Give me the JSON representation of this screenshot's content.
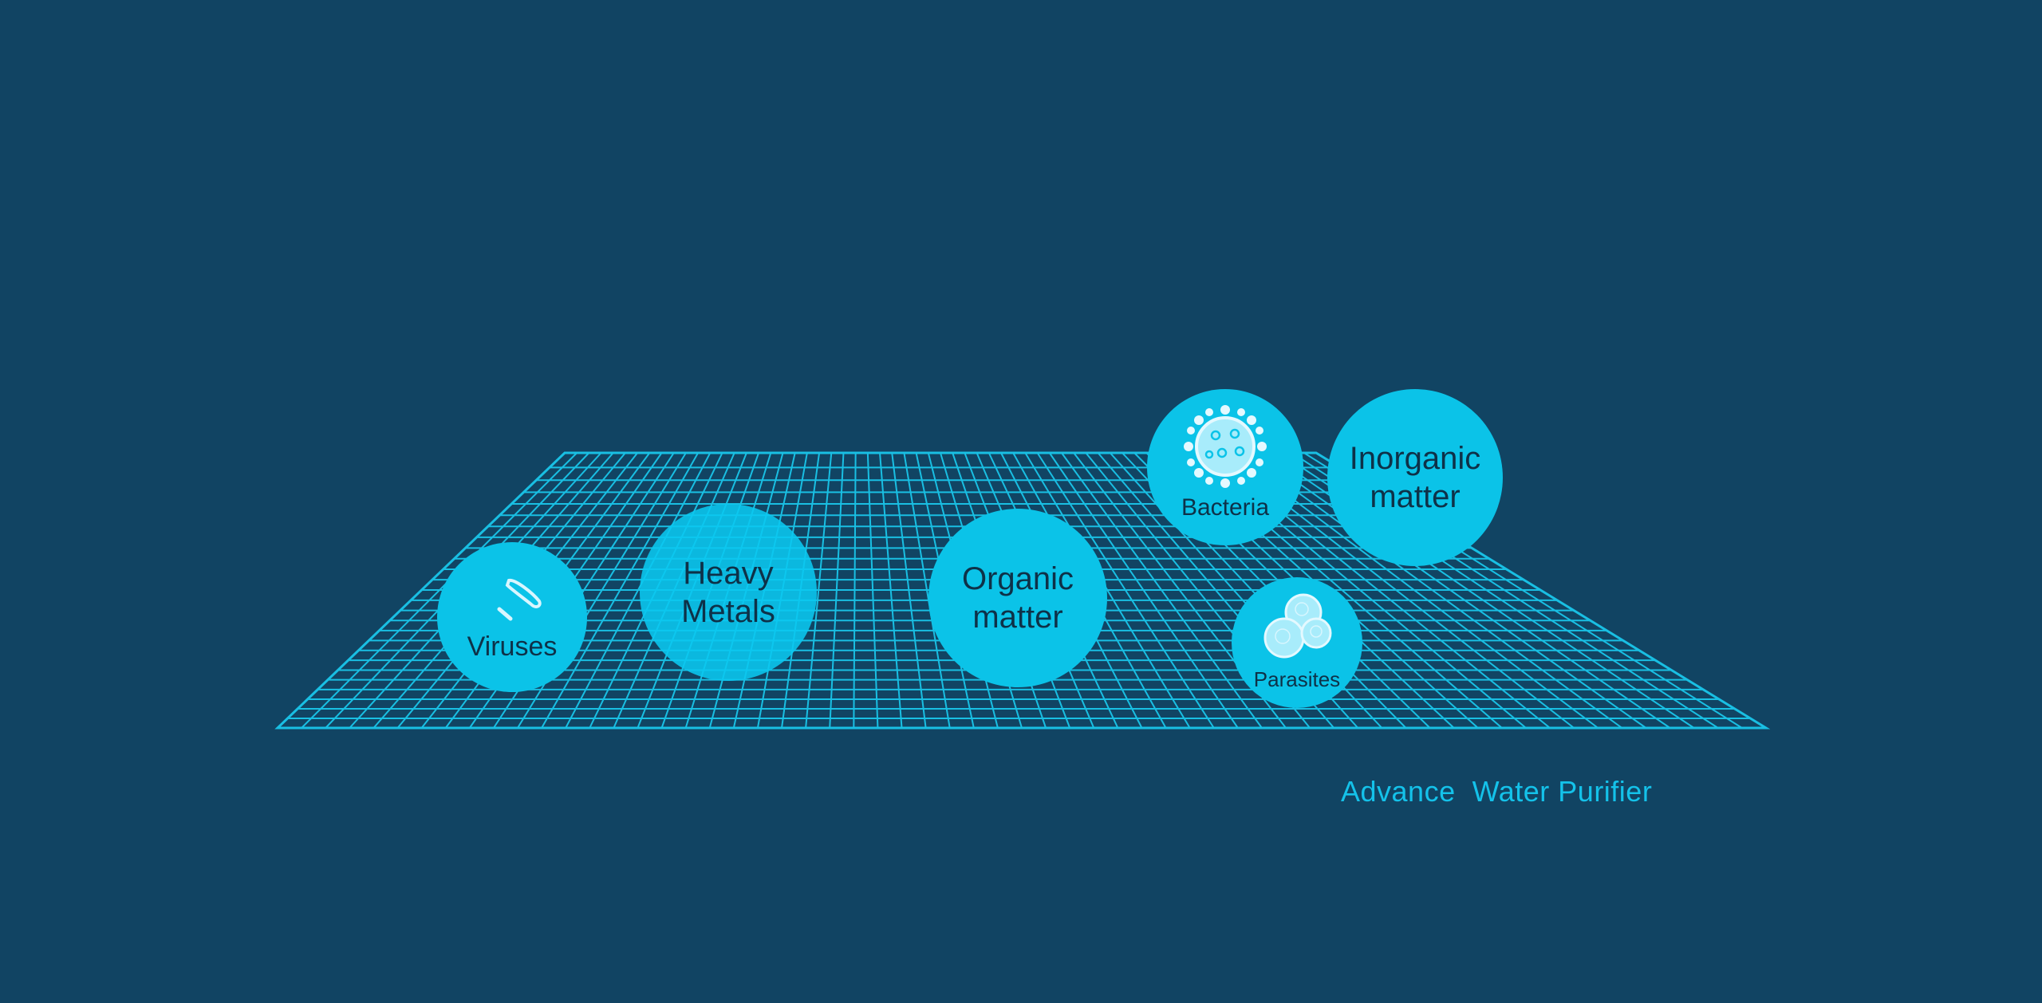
{
  "contaminants": {
    "viruses": {
      "label": "Viruses",
      "icon": "virus-icon"
    },
    "heavy_metals": {
      "label": "Heavy\nMetals"
    },
    "organic_matter": {
      "label": "Organic\nmatter"
    },
    "bacteria": {
      "label": "Bacteria",
      "icon": "bacteria-icon"
    },
    "inorganic_matter": {
      "label": "Inorganic\nmatter"
    },
    "parasites": {
      "label": "Parasites",
      "icon": "parasite-icon"
    }
  },
  "caption": "Advance  Water Purifier",
  "colors": {
    "background": "#114463",
    "grid": "#1ac6ea",
    "bubble": "#0bc3e8",
    "bubble_text": "#0e3148",
    "caption": "#14c2ea"
  }
}
